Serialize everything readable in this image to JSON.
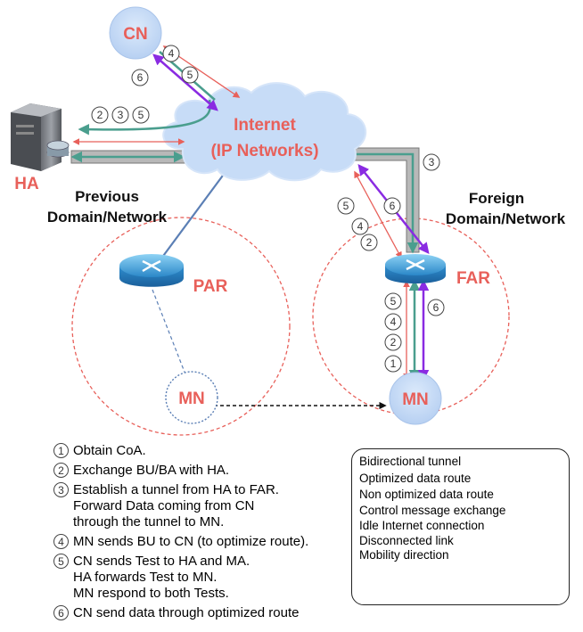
{
  "nodes": {
    "cn": "CN",
    "internet_line1": "Internet",
    "internet_line2": "(IP Networks)",
    "ha": "HA",
    "par": "PAR",
    "far": "FAR",
    "mn_old": "MN",
    "mn_new": "MN"
  },
  "domains": {
    "previous_line1": "Previous",
    "previous_line2": "Domain/Network",
    "foreign_line1": "Foreign",
    "foreign_line2": "Domain/Network"
  },
  "step_badges": {
    "cn_top_4": "4",
    "cn_top_5": "5",
    "cn_top_6": "6",
    "ha_2": "2",
    "ha_3": "3",
    "ha_5": "5",
    "tunnel_3": "3",
    "far_left_5": "5",
    "far_left_4": "4",
    "far_left_2": "2",
    "far_right_6": "6",
    "far_right_6b": "6",
    "vert_5": "5",
    "vert_4": "4",
    "vert_2": "2",
    "vert_1": "1"
  },
  "steps": [
    {
      "num": "1",
      "lines": [
        "Obtain CoA."
      ]
    },
    {
      "num": "2",
      "lines": [
        "Exchange BU/BA with HA."
      ]
    },
    {
      "num": "3",
      "lines": [
        "Establish a tunnel from HA to FAR.",
        "Forward Data coming from CN",
        "through the tunnel to MN."
      ]
    },
    {
      "num": "4",
      "lines": [
        "MN sends BU to CN (to optimize route)."
      ]
    },
    {
      "num": "5",
      "lines": [
        "CN sends Test to HA and MA.",
        "HA forwards Test to MN.",
        "MN respond to both Tests."
      ]
    },
    {
      "num": "6",
      "lines": [
        "CN send data through optimized route"
      ]
    }
  ],
  "legend": [
    {
      "label": "Bidirectional tunnel",
      "icon": "tunnel-icon"
    },
    {
      "label": "Optimized data route",
      "icon": "purple-double-arrow-icon"
    },
    {
      "label": "Non optimized data route",
      "icon": "green-double-arrow-icon"
    },
    {
      "label": "Control message exchange",
      "icon": "red-double-arrow-icon"
    },
    {
      "label": "Idle Internet connection",
      "icon": "blue-line-icon"
    },
    {
      "label": "Disconnected link",
      "icon": "dashed-line-icon"
    },
    {
      "label": "Mobility direction",
      "icon": "dashed-arrow-icon"
    }
  ],
  "colors": {
    "label_red": "#e8605a",
    "cloud_fill": "#c7dcf7",
    "purple": "#8a2be2",
    "green": "#4a9e8e",
    "red": "#e8605a",
    "idle_blue": "#5b7fb5",
    "tunnel_gray": "#b8b8b8"
  }
}
